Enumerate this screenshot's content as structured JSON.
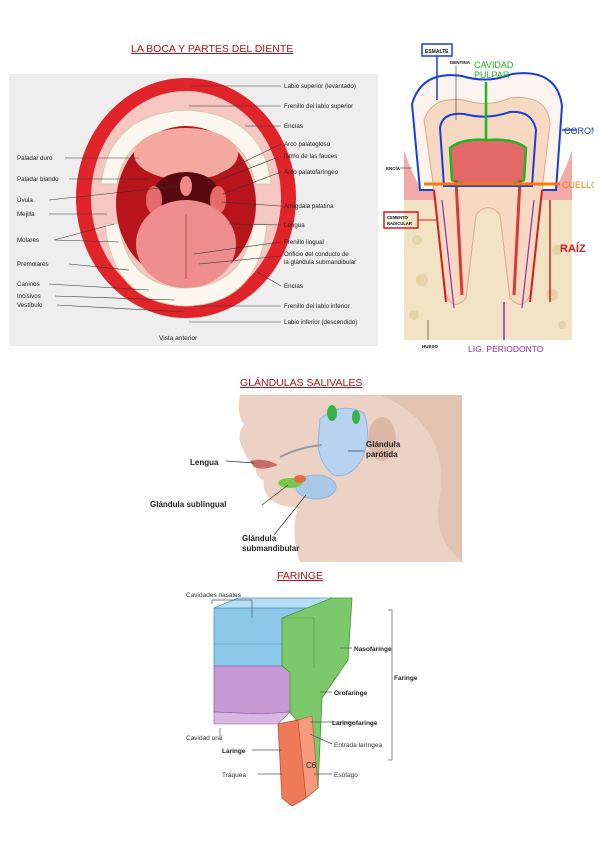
{
  "mouth": {
    "title": "LA BOCA Y PARTES DEL DIENTE",
    "caption": "Vista anterior",
    "left_labels": [
      "Paladar duro",
      "Paladar blando",
      "Úvula",
      "Mejilla",
      "Molares",
      "Premolares",
      "Caninos",
      "Incisivos",
      "Vestíbulo"
    ],
    "right_labels": [
      "Labio superior (levantado)",
      "Frenillo del labio superior",
      "Encías",
      "Arco palatogloso",
      "Istmo de las fauces",
      "Arco palatofaríngeo",
      "Amígdala palatina",
      "Lengua",
      "Frenillo lingual",
      "Orificio del conducto de",
      "la glándula submandibular",
      "Encías",
      "Frenillo del labio inferior",
      "Labio inferior (descendido)"
    ]
  },
  "tooth": {
    "labels": {
      "esmalte": "ESMALTE",
      "dentina": "DENTINA",
      "cavidad_pulpar_1": "CAVIDAD",
      "cavidad_pulpar_2": "PULPAR",
      "encia": "ENCÍA",
      "cemento_1": "CEMENTO",
      "cemento_2": "RADICULAR",
      "hueso": "HUESO",
      "corona": "CORONA",
      "cuello": "CUELLO",
      "raiz": "RAÍZ",
      "periodonto": "LIG. PERIODONTO"
    },
    "colors": {
      "esmalte": "#1a3fd6",
      "pulpa": "#1fb51f",
      "cuello": "#f07a10",
      "raiz": "#d81c1c",
      "periodonto": "#8a2fb0"
    }
  },
  "glands": {
    "title": "GLÁNDULAS SALIVALES",
    "lengua": "Lengua",
    "parotida_1": "Glándula",
    "parotida_2": "parótida",
    "sublingual": "Glándula sublingual",
    "submand_1": "Glándula",
    "submand_2": "submandibular"
  },
  "pharynx": {
    "title": "FARINGE",
    "cavidades_nasales": "Cavidades nasales",
    "nasofaringe": "Nasofaringe",
    "faringe": "Faringe",
    "orofaringe": "Orofaringe",
    "laringofaringe": "Laringofaringe",
    "entrada_laringea": "Entrada laríngea",
    "cavidad_oral": "Cavidad oral",
    "laringe": "Laringe",
    "c6": "C6",
    "traquea": "Tráquea",
    "esofago": "Esófago"
  }
}
